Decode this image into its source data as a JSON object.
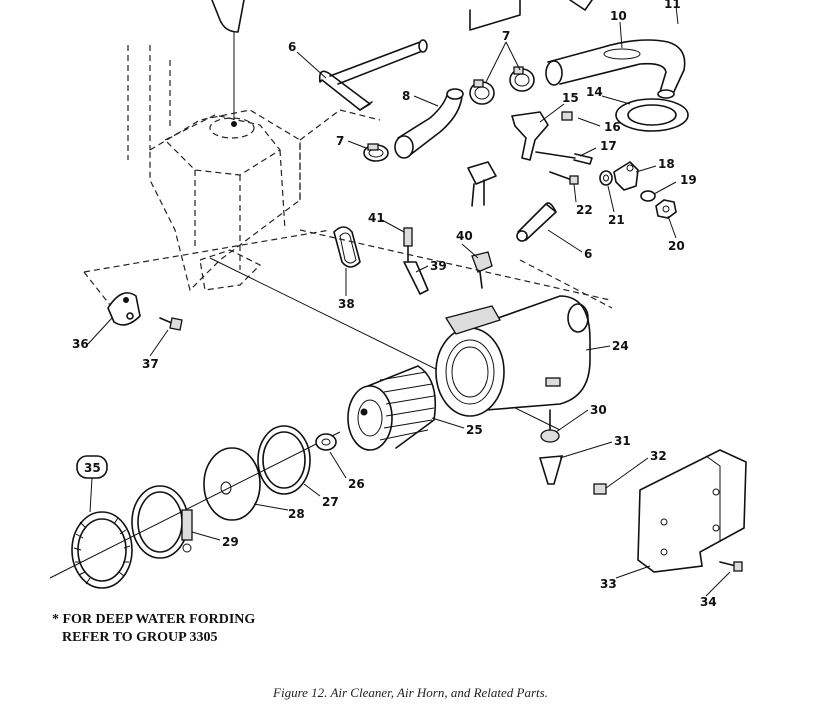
{
  "figure": {
    "caption": "Figure 12. Air Cleaner, Air Horn, and Related Parts.",
    "note_line1": "* FOR DEEP WATER FORDING",
    "note_line2": "REFER TO GROUP 3305",
    "circled_callout": "35"
  },
  "callouts": [
    {
      "id": "c6a",
      "text": "6"
    },
    {
      "id": "c7a",
      "text": "7"
    },
    {
      "id": "c7b",
      "text": "7"
    },
    {
      "id": "c8",
      "text": "8"
    },
    {
      "id": "c10",
      "text": "10"
    },
    {
      "id": "c11",
      "text": "11"
    },
    {
      "id": "c14",
      "text": "14"
    },
    {
      "id": "c15",
      "text": "15"
    },
    {
      "id": "c16",
      "text": "16"
    },
    {
      "id": "c17",
      "text": "17"
    },
    {
      "id": "c18",
      "text": "18"
    },
    {
      "id": "c19",
      "text": "19"
    },
    {
      "id": "c20",
      "text": "20"
    },
    {
      "id": "c21",
      "text": "21"
    },
    {
      "id": "c22",
      "text": "22"
    },
    {
      "id": "c6b",
      "text": "6"
    },
    {
      "id": "c41",
      "text": "41"
    },
    {
      "id": "c40",
      "text": "40"
    },
    {
      "id": "c39",
      "text": "39"
    },
    {
      "id": "c38",
      "text": "38"
    },
    {
      "id": "c36",
      "text": "36"
    },
    {
      "id": "c37",
      "text": "37"
    },
    {
      "id": "c24",
      "text": "24"
    },
    {
      "id": "c25",
      "text": "25"
    },
    {
      "id": "c30",
      "text": "30"
    },
    {
      "id": "c31",
      "text": "31"
    },
    {
      "id": "c32",
      "text": "32"
    },
    {
      "id": "c26",
      "text": "26"
    },
    {
      "id": "c27",
      "text": "27"
    },
    {
      "id": "c28",
      "text": "28"
    },
    {
      "id": "c29",
      "text": "29"
    },
    {
      "id": "c33",
      "text": "33"
    },
    {
      "id": "c34",
      "text": "34"
    }
  ]
}
